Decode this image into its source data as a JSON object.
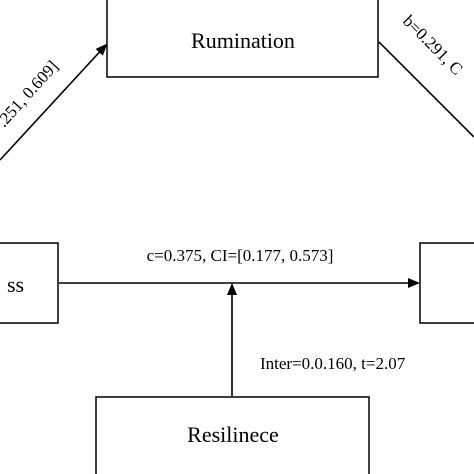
{
  "nodes": {
    "rumination": {
      "label": "Rumination"
    },
    "stress": {
      "label": "ss"
    },
    "resilience": {
      "label": "Resilinece"
    }
  },
  "edges": {
    "a_path": {
      "label": ".251, 0.609]"
    },
    "b_path": {
      "label": "b=0.291, C"
    },
    "c_path": {
      "label": "c=0.375, CI=[0.177, 0.573]"
    },
    "interaction": {
      "label": "Inter=0.0.160, t=2.07"
    }
  },
  "colors": {
    "stroke": "#000000",
    "background": "#ffffff"
  }
}
